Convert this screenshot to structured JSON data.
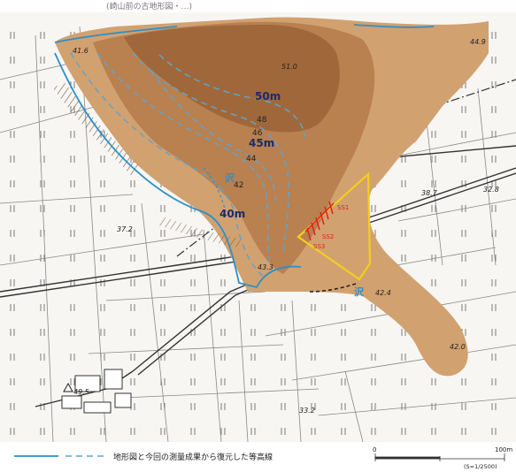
{
  "map": {
    "header_text": "(崎山前の古地形図・…)",
    "contour_labels": {
      "c50": "50m",
      "c45": "45m",
      "c40": "40m",
      "c48": "48",
      "c46": "46",
      "c44": "44",
      "c42": "42"
    },
    "spot_heights": {
      "s1": "51.0",
      "s2": "44.9",
      "s3": "41.6",
      "s4": "38.7",
      "s5": "32.8",
      "s6": "37.2",
      "s7": "43.3",
      "s8": "42.4",
      "s9": "42.0",
      "s10": "33.2",
      "s11": "49.5"
    },
    "features": {
      "creek1": "沢",
      "creek2": "沢",
      "site_code_a": "SS1",
      "site_code_b": "SS2",
      "site_code_c": "SS3"
    },
    "legend": {
      "text": "地形図と今回の測量成果から復元した等高線"
    },
    "scale": {
      "zero": "0",
      "max": "100m",
      "ratio": "(S=1/2500)"
    },
    "colors": {
      "terrain_dark": "#a0683a",
      "terrain_mid": "#b98050",
      "terrain_light": "#d2a170",
      "contour_solid": "#2e8fc7",
      "contour_dash": "#5fa4cf",
      "site_outline": "#f2cf1d",
      "site_marks": "#e02020",
      "label_navy": "#1b2a6b"
    }
  }
}
